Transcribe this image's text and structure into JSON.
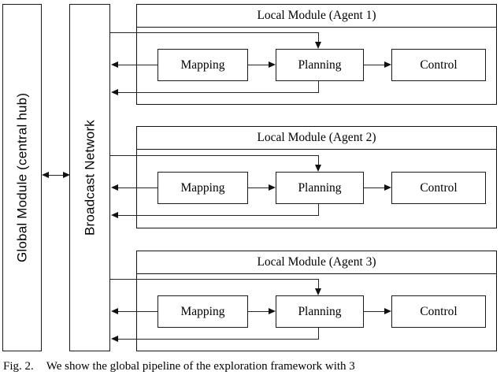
{
  "figure": {
    "caption_label": "Fig. 2.",
    "caption_text": "We show the global pipeline of the exploration framework with 3"
  },
  "global_module": {
    "label": "Global Module (central hub)"
  },
  "broadcast_network": {
    "label": "Broadcast Network"
  },
  "link_global_broadcast": {
    "name": "bidirectional-link"
  },
  "modules": [
    {
      "title": "Local Module (Agent 1)",
      "stages": [
        {
          "label": "Mapping"
        },
        {
          "label": "Planning"
        },
        {
          "label": "Control"
        }
      ]
    },
    {
      "title": "Local Module (Agent 2)",
      "stages": [
        {
          "label": "Mapping"
        },
        {
          "label": "Planning"
        },
        {
          "label": "Control"
        }
      ]
    },
    {
      "title": "Local Module (Agent 3)",
      "stages": [
        {
          "label": "Mapping"
        },
        {
          "label": "Planning"
        },
        {
          "label": "Control"
        }
      ]
    }
  ],
  "colors": {
    "stroke": "#1a1a1a",
    "line": "#262626",
    "background": "#ffffff"
  }
}
